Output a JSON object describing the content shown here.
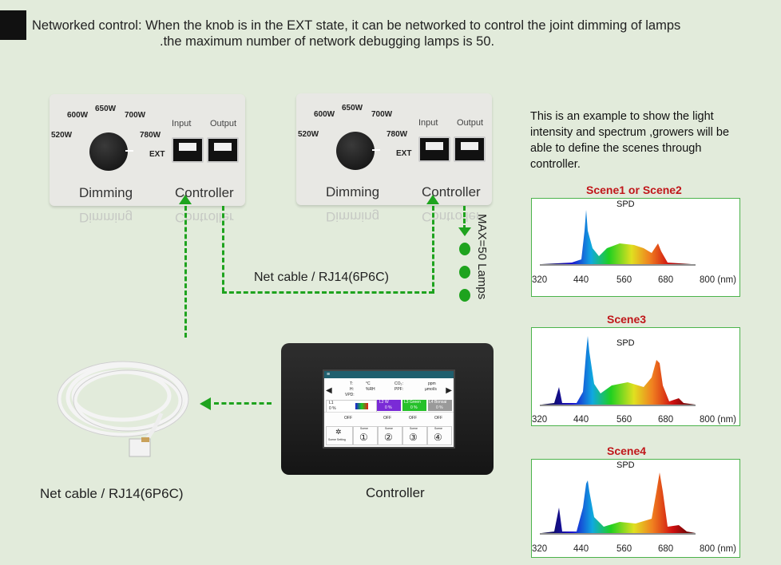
{
  "header": {
    "line1": "Networked control: When the knob is in the EXT state, it can be networked to control the joint dimming of lamps",
    "line2": ".the maximum number of network debugging lamps is 50."
  },
  "panel": {
    "w600": "600W",
    "w650": "650W",
    "w700": "700W",
    "w520": "520W",
    "w780": "780W",
    "ext": "EXT",
    "input": "Input",
    "output": "Output",
    "dimming": "Dimming",
    "controller": "Controller"
  },
  "cable_label": "Net cable / RJ14(6P6C)",
  "max_lamps": "MAX=50 Lamps",
  "info_text": "This is an example to show the light intensity and spectrum ,growers will be able to define the scenes through controller.",
  "spd_charts": [
    {
      "title": "Scene1 or Scene2",
      "label": "SPD",
      "ticks": [
        "320",
        "440",
        "560",
        "680",
        "800 (nm)"
      ]
    },
    {
      "title": "Scene3",
      "label": "SPD",
      "ticks": [
        "320",
        "440",
        "560",
        "680",
        "800 (nm)"
      ]
    },
    {
      "title": "Scene4",
      "label": "SPD",
      "ticks": [
        "320",
        "440",
        "560",
        "680",
        "800 (nm)"
      ]
    }
  ],
  "screen": {
    "t": "T:",
    "h": "H:",
    "vpd": "VPD:",
    "c": "°C",
    "rh": "%RH",
    "co2": "CO₂:",
    "ppfd": "PPF:",
    "ppm": "ppm",
    "umol": "µmol/s",
    "l1": "L1",
    "l2": "L2 W",
    "l3": "L3 Green",
    "l4": "L4 Bonsai",
    "pct": "0 %",
    "off": "OFF",
    "scene": "Scene",
    "s1": "①",
    "s2": "②",
    "s3": "③",
    "s4": "④",
    "scene_setting": "Scene Setting"
  },
  "captions": {
    "cable": "Net cable / RJ14(6P6C)",
    "controller": "Controller"
  },
  "colors": {
    "dash": "#1ea31e",
    "title_red": "#c0161a"
  }
}
